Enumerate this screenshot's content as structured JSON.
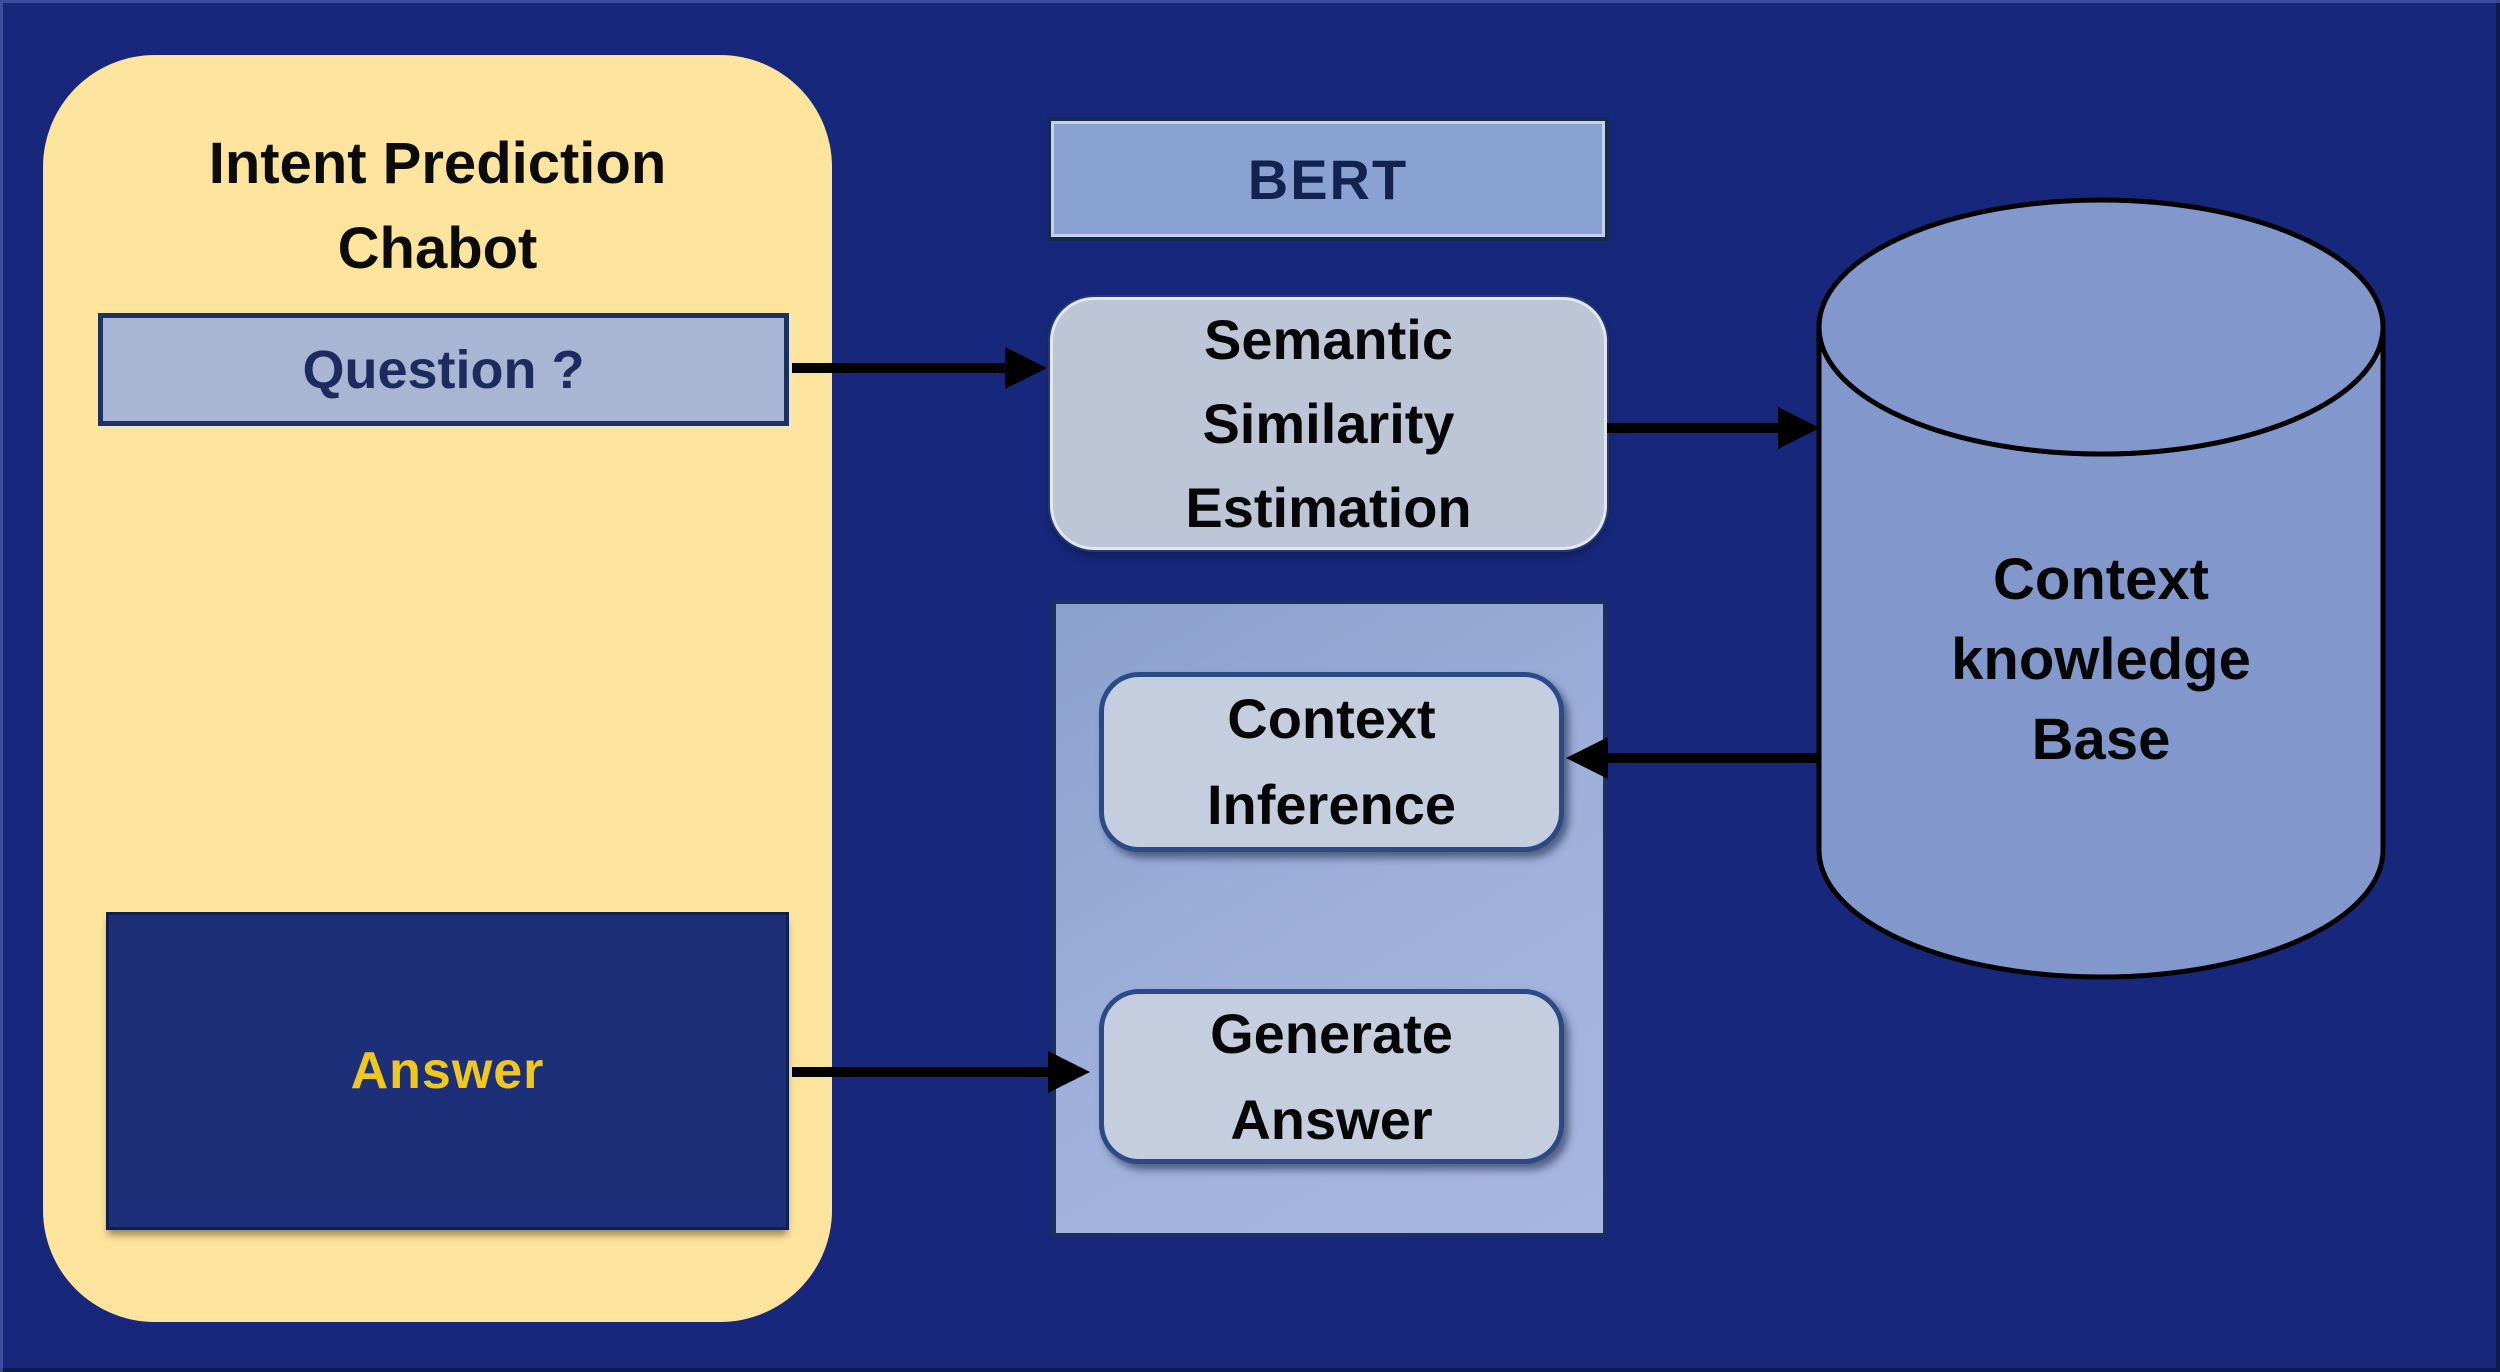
{
  "colors": {
    "background_navy": "#17287c",
    "panel_yellow": "#fce49c",
    "periwinkle_box": "#8aa2d3",
    "light_step_box": "#c5cede",
    "navy_border": "#1d3160",
    "answer_box_navy": "#1c2f78",
    "answer_text_gold": "#efc71d",
    "cylinder_fill": "#8298cc",
    "arrow_black": "#000000"
  },
  "chatbot_panel": {
    "title": [
      "Intent Prediction",
      "Chabot"
    ],
    "question_label": "Question ?",
    "answer_label": "Answer"
  },
  "bert": {
    "label": "BERT"
  },
  "semantic_box": {
    "lines": [
      "Semantic",
      "Similarity",
      "Estimation"
    ]
  },
  "pipeline": {
    "context_inference": {
      "lines": [
        "Context",
        "Inference"
      ]
    },
    "generate_answer": {
      "lines": [
        "Generate",
        "Answer"
      ]
    }
  },
  "knowledge_base": {
    "lines": [
      "Context",
      "knowledge",
      "Base"
    ]
  }
}
